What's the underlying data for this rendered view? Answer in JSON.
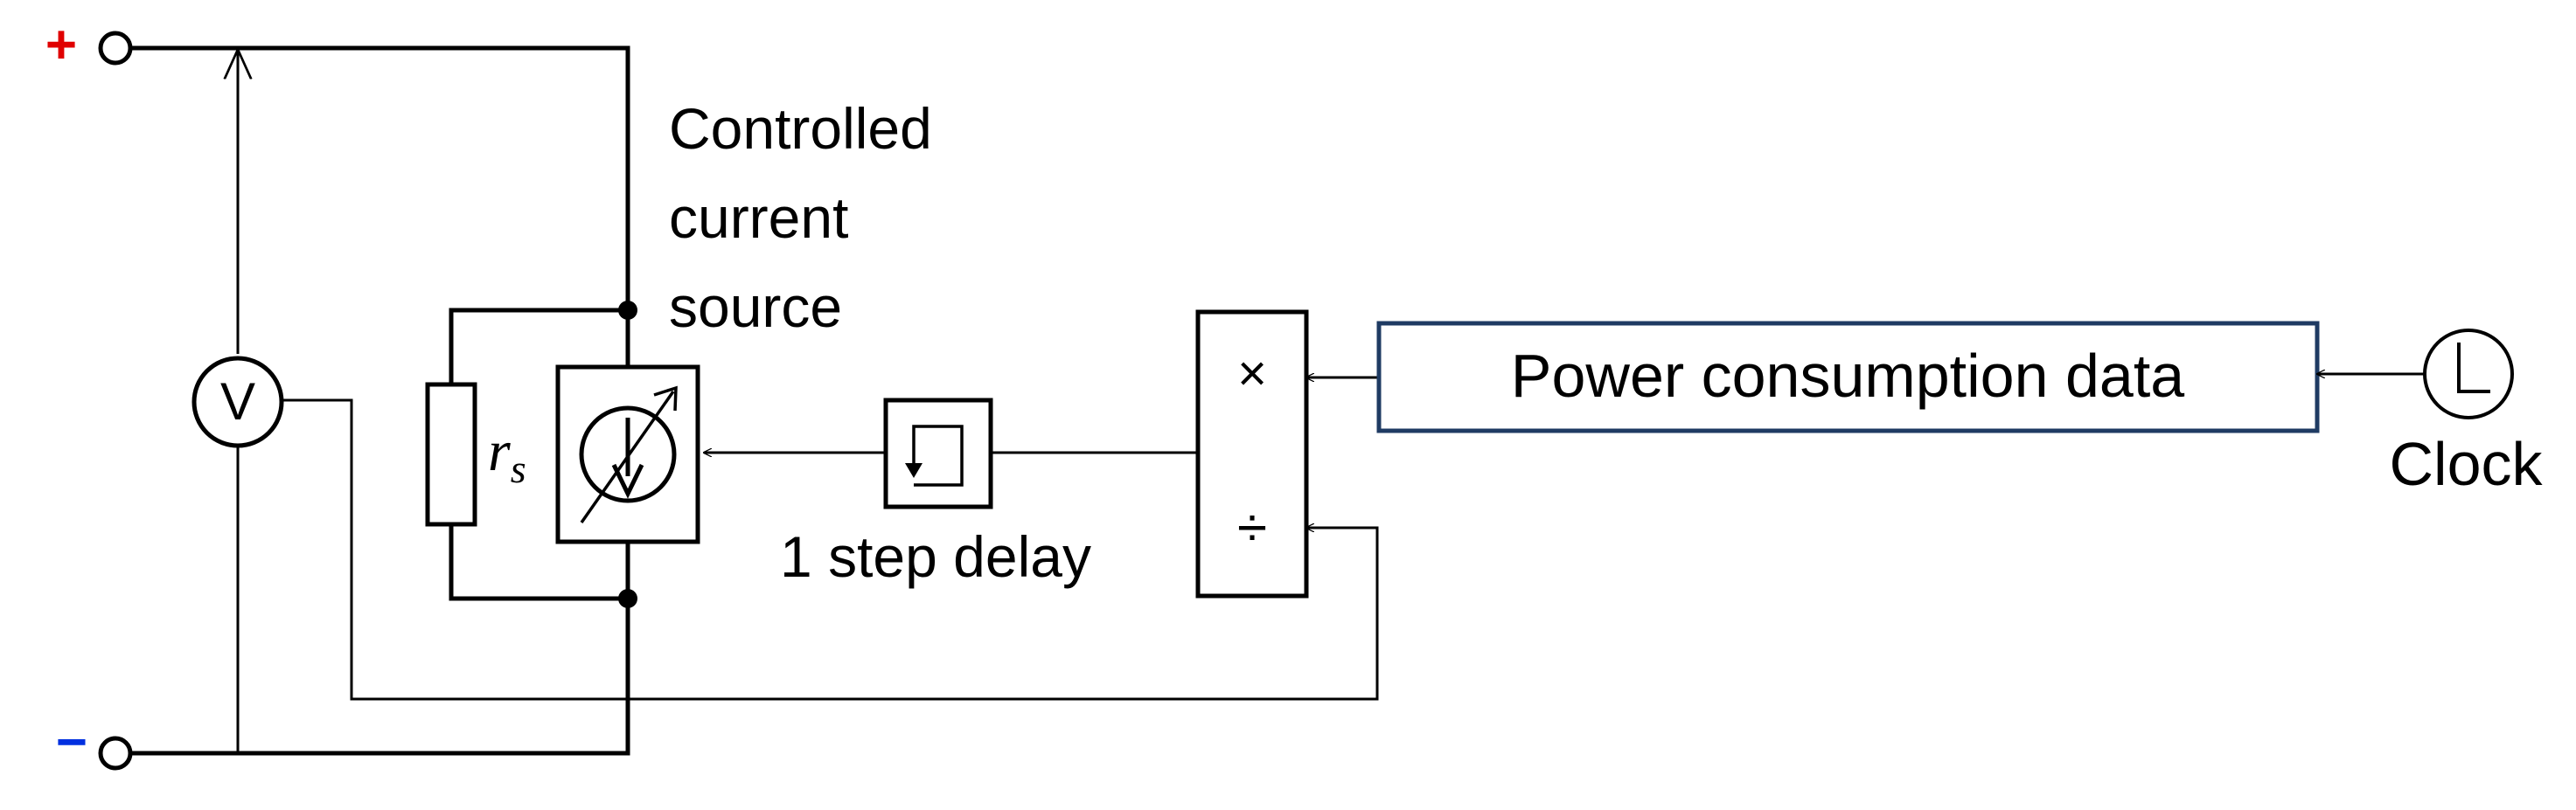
{
  "terminals": {
    "plus": "+",
    "minus": "−",
    "plus_color": "#e00000",
    "minus_color": "#0030e0"
  },
  "voltmeter": {
    "symbol": "V"
  },
  "resistor": {
    "symbol": "r",
    "subscript": "s"
  },
  "current_source": {
    "label_lines": [
      "Controlled",
      "current",
      "source"
    ]
  },
  "delay_block": {
    "label": "1 step delay"
  },
  "arith_block": {
    "multiply": "×",
    "divide": "÷"
  },
  "data_block": {
    "label": "Power consumption data",
    "border_color": "#1f3b63"
  },
  "clock": {
    "label": "Clock"
  }
}
